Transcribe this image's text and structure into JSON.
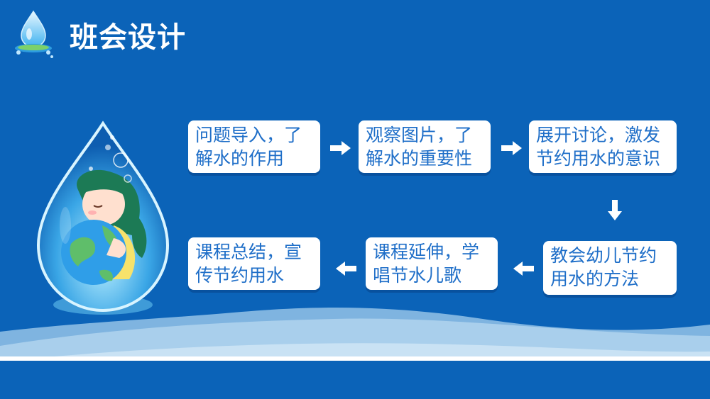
{
  "header": {
    "title": "班会设计"
  },
  "flow": {
    "step1": {
      "line1": "问题导入，了",
      "line2": "解水的作用"
    },
    "step2": {
      "line1": "观察图片，了",
      "line2": "解水的重要性"
    },
    "step3": {
      "line1": "展开讨论，激发",
      "line2": "节约用水的意识"
    },
    "step4": {
      "line1": "教会幼儿节约",
      "line2": "用水的方法"
    },
    "step5": {
      "line1": "课程延伸，学",
      "line2": "唱节水儿歌"
    },
    "step6": {
      "line1": "课程总结，宣",
      "line2": "传节约用水"
    }
  },
  "icons": {
    "logo": "water-drop-logo-icon",
    "illustration": "water-drop-girl-hugging-earth-illustration",
    "arrow_right": "arrow-right-icon",
    "arrow_down": "arrow-down-icon",
    "arrow_left": "arrow-left-icon"
  },
  "colors": {
    "background": "#0b63b8",
    "box": "#ffffff",
    "box_text": "#1e6ec8",
    "arrow": "#ffffff",
    "wave_light": "#a9cfec",
    "wave_mid": "#7fb4e0"
  }
}
